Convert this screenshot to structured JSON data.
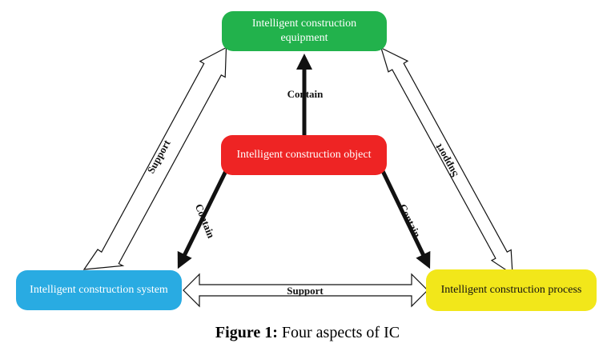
{
  "nodes": {
    "equipment": "Intelligent construction equipment",
    "object": "Intelligent construction object",
    "system": "Intelligent construction system",
    "process": "Intelligent construction process"
  },
  "edges": {
    "contain_top": "Contain",
    "contain_left": "Contain",
    "contain_right": "Contain",
    "support_left": "Support",
    "support_right": "Support",
    "support_bottom": "Support"
  },
  "caption": {
    "label": "Figure 1:",
    "text": "Four aspects of IC"
  },
  "colors": {
    "equipment": "#22b24c",
    "object": "#ee2424",
    "system": "#29abe2",
    "process": "#f2e71a"
  }
}
